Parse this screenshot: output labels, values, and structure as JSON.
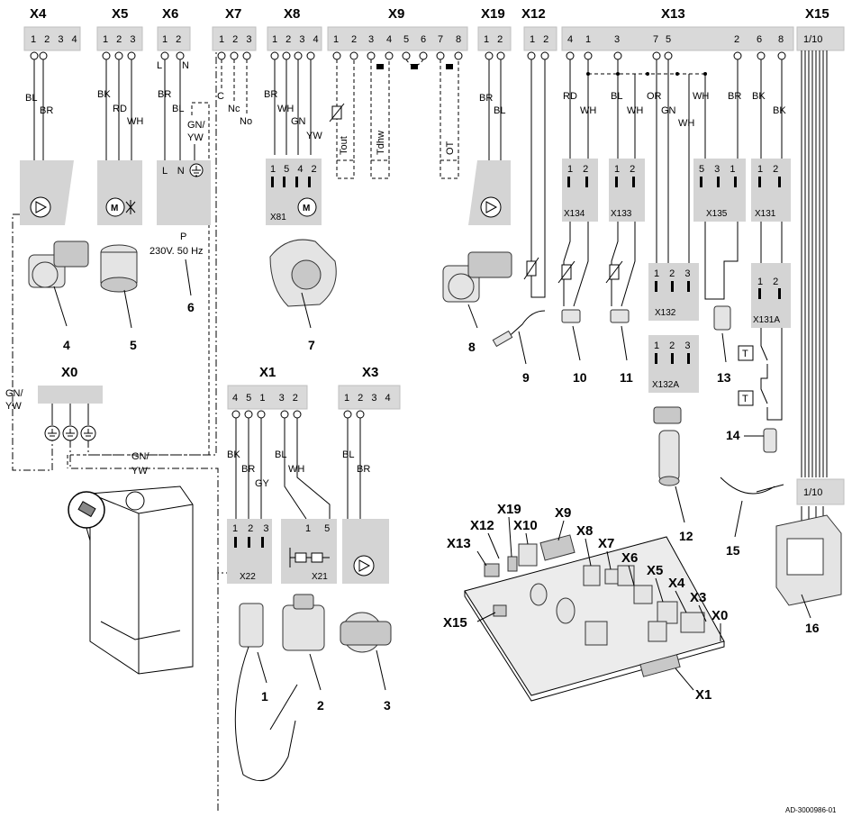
{
  "connectors": {
    "x4": {
      "label": "X4",
      "pins": "1 2 3 4"
    },
    "x5": {
      "label": "X5",
      "pins": "1 2 3"
    },
    "x6": {
      "label": "X6",
      "pins": "1 2"
    },
    "x7": {
      "label": "X7",
      "pins": "1 2 3"
    },
    "x8": {
      "label": "X8",
      "pins": "1 2 3 4"
    },
    "x9": {
      "label": "X9",
      "pins": [
        "1",
        "2",
        "3",
        "4",
        "5",
        "6",
        "7",
        "8"
      ]
    },
    "x19": {
      "label": "X19",
      "pins": "1 2"
    },
    "x12": {
      "label": "X12",
      "pins": "1 2"
    },
    "x13": {
      "label": "X13",
      "pins": [
        "4",
        "1",
        "3",
        "7",
        "5",
        "2",
        "6",
        "8"
      ]
    },
    "x15": {
      "label": "X15",
      "pins": "1/10"
    },
    "x0": {
      "label": "X0"
    },
    "x1": {
      "label": "X1",
      "pins": "4 5 1  3 2"
    },
    "x3": {
      "label": "X3",
      "pins": "1 2 3 4"
    }
  },
  "wire_labels": {
    "x4": [
      "BL",
      "BR"
    ],
    "x5": [
      "BK",
      "RD",
      "WH"
    ],
    "x6": [
      "L",
      "N",
      "BR",
      "BL",
      "GN/",
      "YW"
    ],
    "x7": [
      "C",
      "Nc",
      "No"
    ],
    "x8": [
      "BR",
      "WH",
      "GN",
      "YW"
    ],
    "x9": [
      "Tout",
      "Tdhw",
      "OT"
    ],
    "x19": [
      "BR",
      "BL"
    ],
    "x13": [
      "RD",
      "WH",
      "BL",
      "WH",
      "OR",
      "GN",
      "WH",
      "WH",
      "BR",
      "BK",
      "BK"
    ],
    "x1": [
      "BK",
      "BR",
      "GY",
      "BL",
      "WH"
    ],
    "x3": [
      "BL",
      "BR"
    ],
    "ground": [
      "GN/",
      "YW",
      "GN/",
      "YW"
    ]
  },
  "sub_connectors": {
    "x81": {
      "label": "X81",
      "pins": "1 5 4 2"
    },
    "p": {
      "inner": "L N",
      "label": "P",
      "voltage": "230V. 50 Hz"
    },
    "x134": {
      "label": "X134",
      "pins": "1 2"
    },
    "x133": {
      "label": "X133",
      "pins": "1 2"
    },
    "x135": {
      "label": "X135",
      "pins": "5 3 1"
    },
    "x131": {
      "label": "X131",
      "pins": "1 2"
    },
    "x132": {
      "label": "X132",
      "pins": "1 2 3"
    },
    "x132a": {
      "label": "X132A",
      "pins": "1 2 3"
    },
    "x131a": {
      "label": "X131A",
      "pins": "1 2"
    },
    "x22": {
      "label": "X22",
      "pins": "1 2 3"
    },
    "x21": {
      "label": "X21",
      "pins": "1 5"
    },
    "x15b": {
      "label": "1/10"
    },
    "thermo_t": "T"
  },
  "part_numbers": [
    "1",
    "2",
    "3",
    "4",
    "5",
    "6",
    "7",
    "8",
    "9",
    "10",
    "11",
    "12",
    "13",
    "14",
    "15",
    "16"
  ],
  "board_labels": [
    "X13",
    "X12",
    "X19",
    "X10",
    "X9",
    "X8",
    "X7",
    "X6",
    "X5",
    "X4",
    "X3",
    "X0",
    "X15",
    "X1"
  ],
  "doc_ref": "AD-3000986-01"
}
